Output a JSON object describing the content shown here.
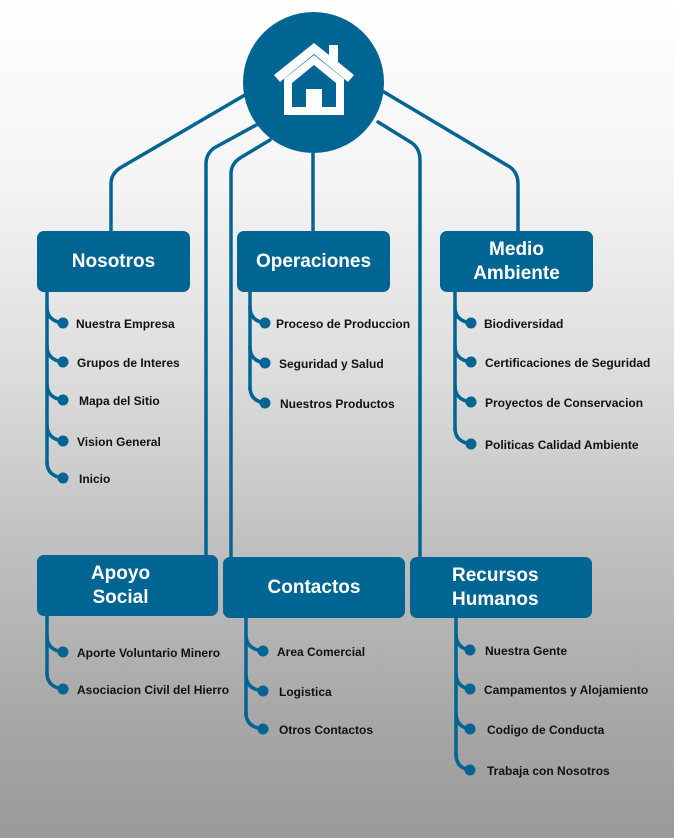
{
  "hub": {
    "icon": "home-icon",
    "color": "#006593"
  },
  "sections": [
    {
      "id": "nosotros",
      "title_lines": [
        "Nosotros"
      ],
      "items": [
        "Nuestra Empresa",
        "Grupos de Interes",
        "Mapa del Sitio",
        "Vision General",
        "Inicio"
      ]
    },
    {
      "id": "operaciones",
      "title_lines": [
        "Operaciones"
      ],
      "items": [
        "Proceso de Produccion",
        "Seguridad y Salud",
        "Nuestros Productos"
      ]
    },
    {
      "id": "medio-ambiente",
      "title_lines": [
        "Medio",
        "Ambiente"
      ],
      "items": [
        "Biodiversidad",
        "Certificaciones de Seguridad",
        "Proyectos de Conservacion",
        "Politicas Calidad Ambiente"
      ]
    },
    {
      "id": "apoyo-social",
      "title_lines": [
        "Apoyo",
        "Social"
      ],
      "items": [
        "Aporte Voluntario Minero",
        "Asociacion Civil del Hierro"
      ]
    },
    {
      "id": "contactos",
      "title_lines": [
        "Contactos"
      ],
      "items": [
        "Area Comercial",
        "Logistica",
        "Otros Contactos"
      ]
    },
    {
      "id": "recursos-humanos",
      "title_lines": [
        "Recursos",
        "Humanos"
      ],
      "items": [
        "Nuestra Gente",
        "Campamentos y Alojamiento",
        "Codigo de Conducta",
        "Trabaja con Nosotros"
      ]
    }
  ],
  "colors": {
    "accent": "#006593",
    "text": "#111111"
  }
}
